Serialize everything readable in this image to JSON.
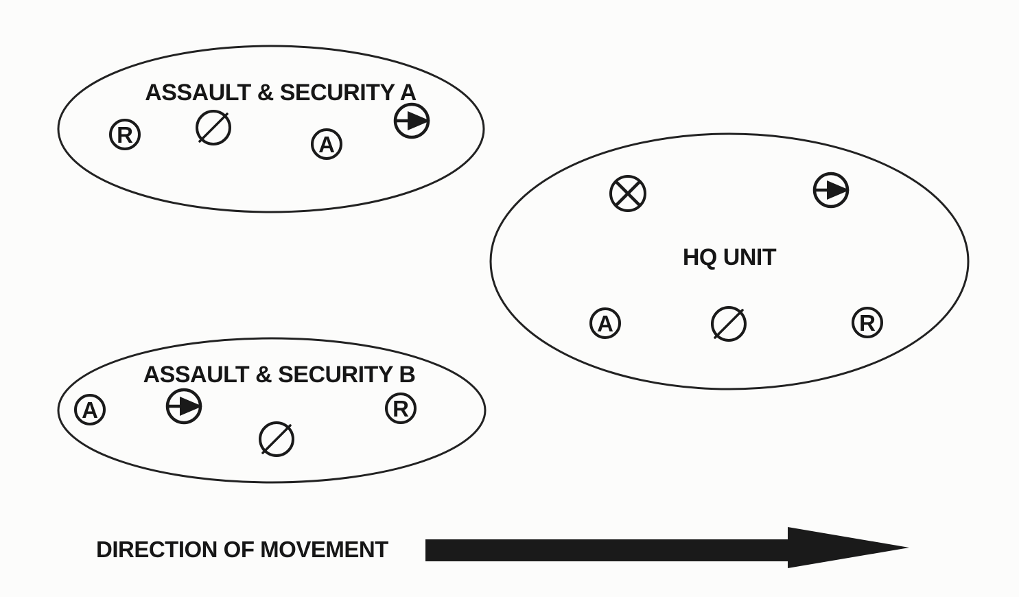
{
  "colors": {
    "ink": "#1a1a1a",
    "background": "#fcfcfb"
  },
  "groups": [
    {
      "name": "assault-security-a",
      "label": "ASSAULT & SECURITY A",
      "symbols": [
        {
          "type": "circled-letter",
          "letter": "R"
        },
        {
          "type": "slash-circle"
        },
        {
          "type": "circled-letter",
          "letter": "A"
        },
        {
          "type": "advance-arrow"
        }
      ]
    },
    {
      "name": "hq-unit",
      "label": "HQ UNIT",
      "symbols": [
        {
          "type": "crossed-circle"
        },
        {
          "type": "advance-arrow"
        },
        {
          "type": "circled-letter",
          "letter": "A"
        },
        {
          "type": "slash-circle"
        },
        {
          "type": "circled-letter",
          "letter": "R"
        }
      ]
    },
    {
      "name": "assault-security-b",
      "label": "ASSAULT & SECURITY B",
      "symbols": [
        {
          "type": "circled-letter",
          "letter": "A"
        },
        {
          "type": "advance-arrow"
        },
        {
          "type": "slash-circle"
        },
        {
          "type": "circled-letter",
          "letter": "R"
        }
      ]
    }
  ],
  "movement": {
    "label": "DIRECTION OF MOVEMENT"
  }
}
